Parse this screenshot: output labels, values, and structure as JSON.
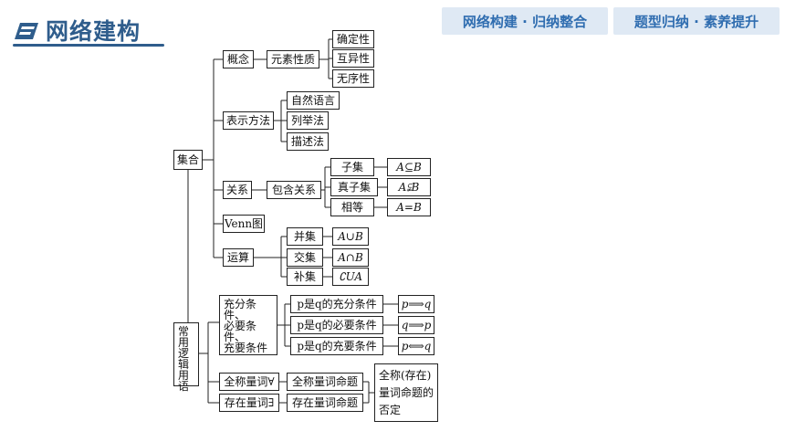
{
  "header": {
    "title": "网络建构",
    "tabs": [
      "网络构建 · 归纳整合",
      "题型归纳 · 素养提升"
    ]
  },
  "colors": {
    "title": "#2f5d8c",
    "tab_bg": "#dfe9f4",
    "tab_text": "#2f6db0"
  },
  "diagram": {
    "set": {
      "root": "集合",
      "concept": "概念",
      "element_property": "元素性质",
      "definite": "确定性",
      "distinct": "互异性",
      "unordered": "无序性",
      "representation": "表示方法",
      "natural_lang": "自然语言",
      "enumeration": "列举法",
      "description": "描述法",
      "relation": "关系",
      "inclusion": "包含关系",
      "subset": "子集",
      "subset_sym": "A⊆B",
      "proper_subset": "真子集",
      "proper_subset_sym": "A⫋B",
      "equal": "相等",
      "equal_sym": "A=B",
      "venn": "Venn图",
      "operation": "运算",
      "union": "并集",
      "union_sym": "A∪B",
      "intersection": "交集",
      "intersection_sym": "A∩B",
      "complement": "补集",
      "complement_sym": "∁UA"
    },
    "logic": {
      "root": [
        "常用",
        "逻辑",
        "用语"
      ],
      "conditions": [
        "充分条件、",
        "必要条件、",
        "充要条件"
      ],
      "sufficient": "p是q的充分条件",
      "sufficient_sym": "p⟹q",
      "necessary": "p是q的必要条件",
      "necessary_sym": "q⟹p",
      "iff": "p是q的充要条件",
      "iff_sym": "p⟺q",
      "universal": "全称量词∀",
      "universal_prop": "全称量词命题",
      "existential": "存在量词∃",
      "existential_prop": "存在量词命题",
      "negation": [
        "全称(存在)",
        "量词命题的",
        "否定"
      ]
    }
  }
}
